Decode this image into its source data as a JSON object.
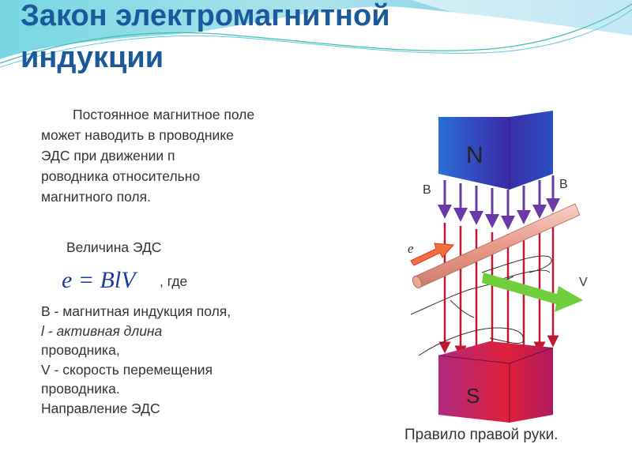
{
  "title": {
    "line1": "Закон электромагнитной",
    "line2": "индукции"
  },
  "intro": {
    "lines": [
      "Постоянное магнитное поле",
      "может наводить в проводнике",
      "ЭДС при движении п",
      "роводника относительно",
      "магнитного поля."
    ]
  },
  "emf_label": "Величина ЭДС",
  "formula": "e = BlV",
  "formula_suffix": ", где",
  "definitions": {
    "lines": [
      "B -  магнитная индукция поля,",
      "l   - активная длина",
      "проводника,",
      "V -  скорость перемещения",
      "проводника.",
      "Направление ЭДС"
    ]
  },
  "diagram": {
    "north_label": "N",
    "south_label": "S",
    "b_left": "B",
    "b_right": "B",
    "e_label": "e",
    "v_label": "V",
    "caption": "Правило правой руки."
  },
  "colors": {
    "title": "#1b5a9a",
    "north": "#2a4fc8",
    "south": "#c0205a",
    "field_top": "#6a3aa8",
    "field_bottom": "#c01830",
    "velocity": "#6fcf3a",
    "current": "#f06030"
  }
}
